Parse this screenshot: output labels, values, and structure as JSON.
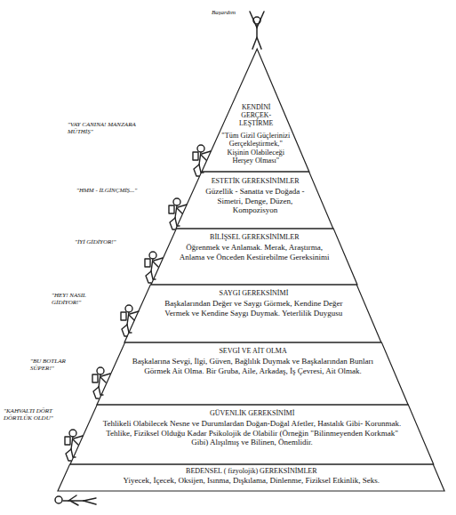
{
  "diagram": {
    "nodes": [
      {
        "text": [
          "KENDİNİ GERÇEK- LEŞTİRME",
          "\"Tüm Gizil Güçlerinizi Gerçekleştirmek,\" Kişinin Olabileceği Herşey Olması\""
        ]
      },
      {
        "text": [
          "ESTETİK GEREKSİNİMLER",
          "Güzellik - Sanatta ve Doğada - Simetri, Denge, Düzen, Kompozisyon"
        ]
      },
      {
        "text": [
          "BİLİŞSEL GEREKSİNİMLER",
          "Öğrenmek ve Anlamak. Merak, Araştırma, Anlama ve Önceden Kestirebilme Gereksinimi"
        ]
      },
      {
        "text": [
          "SAYGI GEREKSİNİMİ",
          "Başkalarından Değer ve Saygı Görmek, Kendine Değer Vermek ve Kendine Saygı Duymak. Yeterlilik Duygusu"
        ]
      },
      {
        "text": [
          "SEVGİ VE AİT OLMA",
          "Başkalarına Sevgi, İlgi, Güven, Bağlılık Duymak ve Başkalarından Bunları Görmek Ait Olma. Bir Gruba, Aile, Arkadaş, İş Çevresi, Ait Olmak."
        ]
      },
      {
        "text": [
          "GÜVENLİK GEREKSİNİMİ",
          "Tehlikeli Olabilecek Nesne ve Durumlardan Doğan-Doğal Afetler, Hastalık Gibi- Korunmak. Tehlike, Fiziksel Olduğu Kadar Psikolojik de Olabilir (Örneğin \"Bilinmeyenden Korkmak\" Gibi) Alışılmış ve Bilinen, Önemlidir."
        ]
      },
      {
        "text": [
          "BEDENSEL ( fizyolojik) GEREKSİNİMLER",
          "Yiyecek, İçecek, Oksijen, Isınma, Dışkılama, Dinlenme, Fiziksel Etkinlik, Seks."
        ]
      }
    ],
    "labels": [
      "Başardım",
      "\"VAY CANINA! MANZARA MÜTHİŞ\"",
      "\"HMM - İLGİNÇMİŞ...\"",
      "\"İYİ GİDİYOR!\"",
      "\"HEY! NASIL GİDİYOR!\"",
      "\"BU BOTLAR SÜPER!\"",
      "\"KAHVALTI DÖRT DÖRTLÜK OLDU\""
    ]
  }
}
